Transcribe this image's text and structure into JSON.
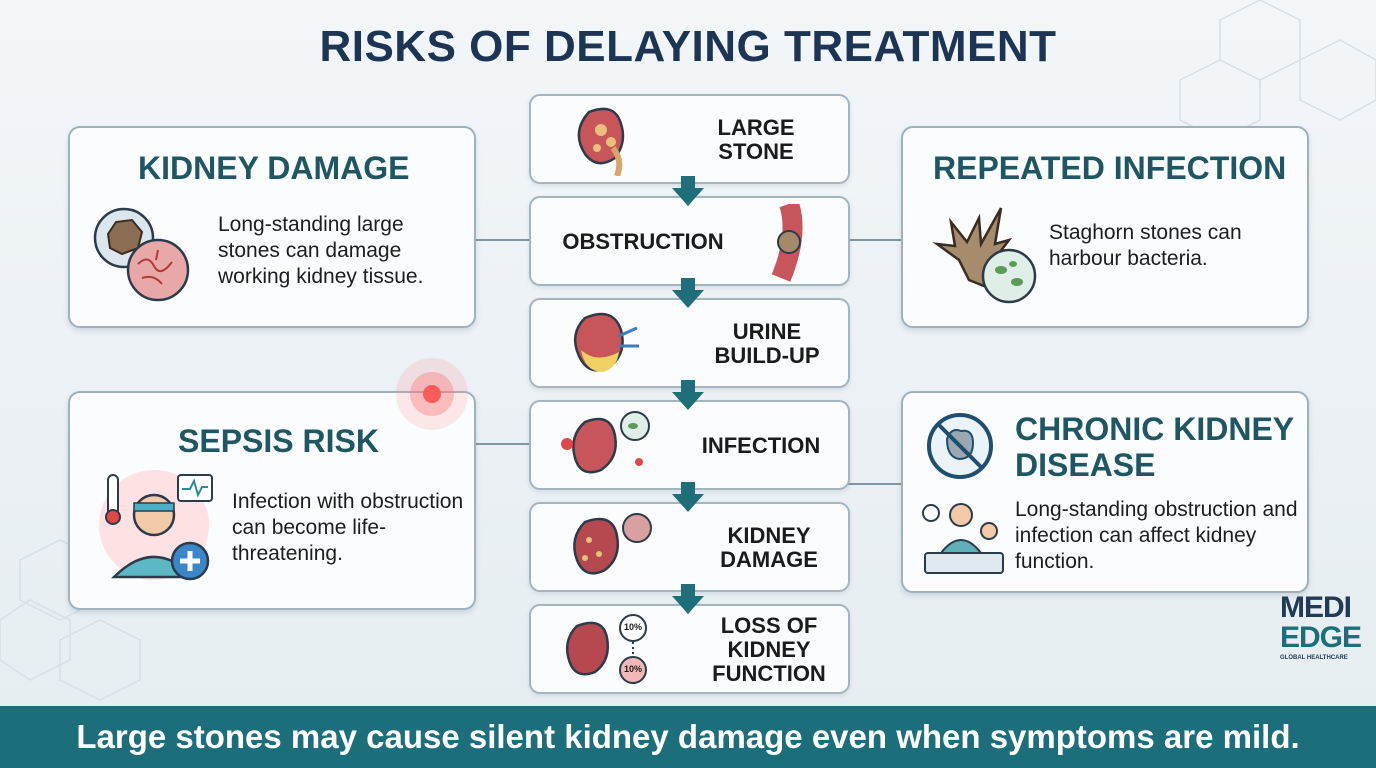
{
  "title": "RISKS OF DELAYING TREATMENT",
  "cards": {
    "kidney_damage": {
      "title": "KIDNEY DAMAGE",
      "text": "Long-standing large stones can damage working kidney tissue."
    },
    "repeated_infection": {
      "title": "REPEATED INFECTION",
      "text": "Staghorn stones can harbour bacteria."
    },
    "sepsis_risk": {
      "title": "SEPSIS RISK",
      "text": "Infection with obstruction can become life-threatening."
    },
    "ckd": {
      "title": "CHRONIC KIDNEY DISEASE",
      "text": "Long-standing obstruction and infection can affect kidney function."
    }
  },
  "steps": [
    {
      "label": "LARGE\nSTONE",
      "icon": "kidney-stone-icon"
    },
    {
      "label": "OBSTRUCTION",
      "icon": "ureter-obstruction-icon"
    },
    {
      "label": "URINE\nBUILD-UP",
      "icon": "swollen-kidney-icon"
    },
    {
      "label": "INFECTION",
      "icon": "infected-kidney-icon"
    },
    {
      "label": "KIDNEY\nDAMAGE",
      "icon": "damaged-kidney-icon"
    },
    {
      "label": "LOSS OF\nKIDNEY\nFUNCTION",
      "icon": "failing-kidney-icon"
    }
  ],
  "function_badges": {
    "top": "10%",
    "bottom": "10%"
  },
  "footer": "Large stones may cause silent kidney damage even when symptoms are mild.",
  "logo": {
    "line1": "MEDI",
    "line2": "EDGE",
    "line3": "GLOBAL HEALTHCARE"
  },
  "colors": {
    "title": "#1c3554",
    "card_title": "#1e5763",
    "footer": "#1b6e7a",
    "arrow": "#1f6f7b"
  }
}
